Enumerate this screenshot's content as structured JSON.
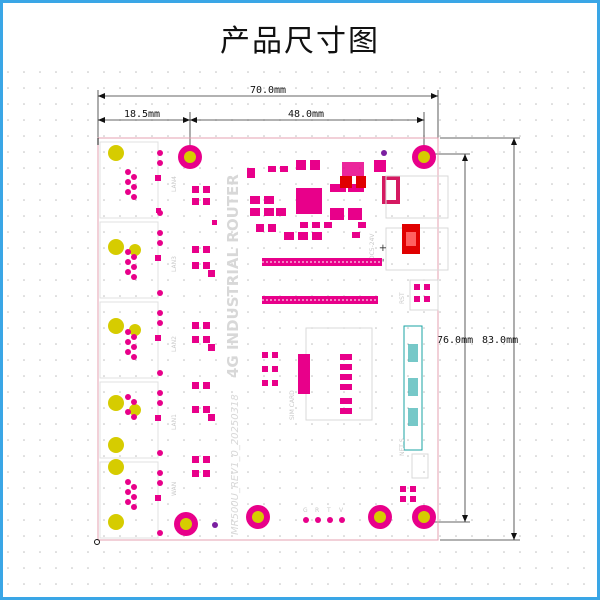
{
  "title": "产品尺寸图",
  "dimensions": {
    "overall_width": "70.0mm",
    "left_offset": "18.5mm",
    "hole_span_x": "48.0mm",
    "hole_span_y": "76.0mm",
    "overall_height": "83.0mm"
  },
  "board": {
    "product_label": "4G  INDUSTRIAL ROUTER",
    "revision": "MR500U_REV1_0_20250318",
    "ports": [
      "LAN4",
      "LAN3",
      "LAN2",
      "LAN1",
      "WAN"
    ],
    "power_label": "DC5-24V",
    "sim_label": "SIM CARD",
    "reset_label": "RST",
    "status_label": "NET S",
    "uart_pins": [
      "G",
      "R",
      "T",
      "V"
    ]
  },
  "colors": {
    "frame": "#3aa6e6",
    "outline": "#e6a0b0",
    "pad": "#e8008a",
    "mount_hole": "#d6cc00"
  }
}
